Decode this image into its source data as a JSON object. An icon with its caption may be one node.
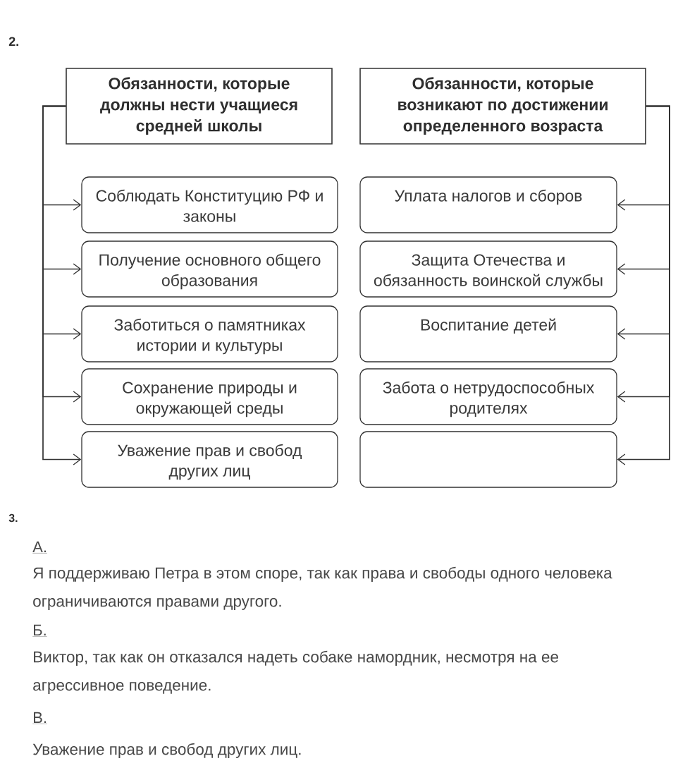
{
  "diagram": {
    "nodes": [
      {
        "text": [
          "Обязанности, которые должны нести учащиеся средней школы"
        ]
      },
      {
        "text": [
          "Обязанности, которые возникают по достижении определенного возраста"
        ]
      },
      {
        "text": [
          "Соблюдать Конституцию РФ и законы"
        ]
      },
      {
        "text": [
          "Получение основного общего образования"
        ]
      },
      {
        "text": [
          "Заботиться о памятниках истории и культуры"
        ]
      },
      {
        "text": [
          "Сохранение природы и окружающей среды"
        ]
      },
      {
        "text": [
          "Уважение прав и свобод других лиц"
        ]
      },
      {
        "text": [
          "Уплата налогов и сборов"
        ]
      },
      {
        "text": [
          "Защита Отечества и обязанность воинской службы"
        ]
      },
      {
        "text": [
          "Воспитание детей"
        ]
      },
      {
        "text": [
          "Забота о нетрудоспособных родителях"
        ]
      },
      {
        "text": [],
        "shape": "box"
      }
    ],
    "edges": [
      {
        "from": 0,
        "to": 2,
        "arrow": "to"
      },
      {
        "from": 0,
        "to": 3,
        "arrow": "to"
      },
      {
        "from": 0,
        "to": 4,
        "arrow": "to"
      },
      {
        "from": 0,
        "to": 5,
        "arrow": "to"
      },
      {
        "from": 0,
        "to": 6,
        "arrow": "to"
      },
      {
        "from": 1,
        "to": 7,
        "arrow": "to"
      },
      {
        "from": 1,
        "to": 8,
        "arrow": "to"
      },
      {
        "from": 1,
        "to": 9,
        "arrow": "to"
      },
      {
        "from": 1,
        "to": 10,
        "arrow": "to"
      },
      {
        "from": 1,
        "to": 11,
        "arrow": "to"
      }
    ],
    "labels": [
      "2.",
      "3.",
      "А.",
      "Я поддерживаю Петра в этом споре, так как права и свободы одного человека ограничиваются правами другого.",
      "Б.",
      "Виктор, так как он отказался надеть собаке намордник, несмотря на ее агрессивное поведение.",
      "В.",
      "Уважение прав и свобод других лиц."
    ]
  }
}
